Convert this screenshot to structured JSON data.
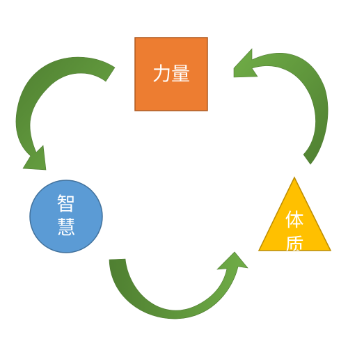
{
  "diagram": {
    "nodes": {
      "strength": {
        "label": "力量",
        "shape": "square",
        "color": "#ED7D31",
        "border": "#AE5A21"
      },
      "wisdom": {
        "label_line1": "智",
        "label_line2": "慧",
        "shape": "circle",
        "color": "#5B9BD5",
        "border": "#41719C"
      },
      "physique": {
        "label_line1": "体",
        "label_line2": "质",
        "shape": "triangle",
        "color": "#FFC000",
        "border": "#BC8C00"
      }
    },
    "arrows": {
      "color_light": "#70AD47",
      "color_dark": "#507E32",
      "direction": "counter-clockwise",
      "sequence": [
        "strength",
        "wisdom",
        "physique",
        "strength"
      ]
    }
  }
}
